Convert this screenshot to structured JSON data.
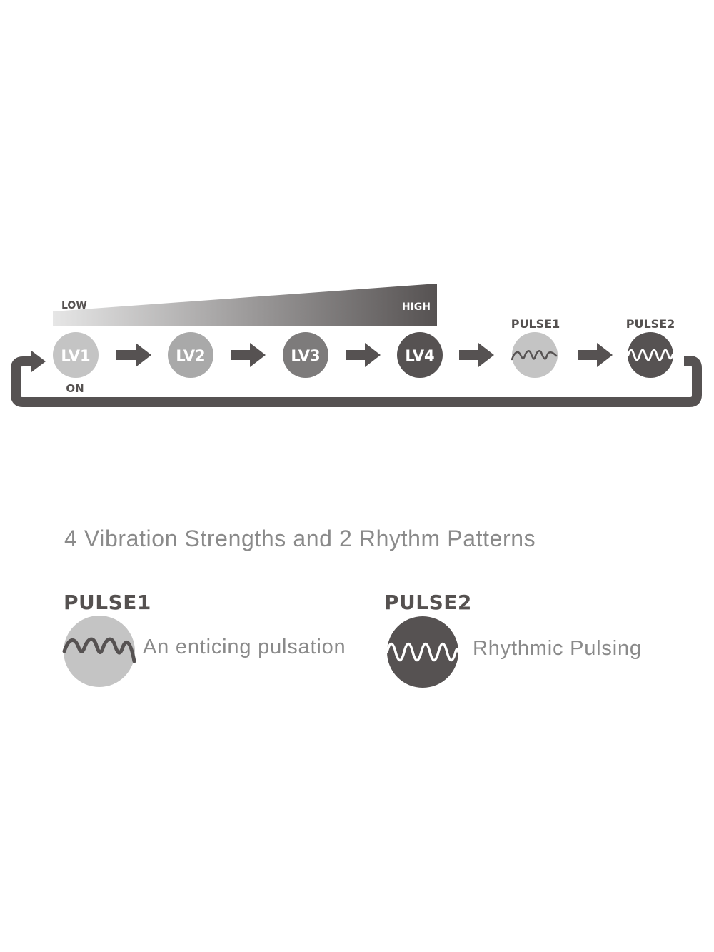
{
  "colors": {
    "dark": "#565252",
    "lv1": "#c4c4c4",
    "lv2": "#a9a9a9",
    "lv3": "#7d7b7b",
    "lv4": "#565252",
    "pulse1": "#c4c4c4",
    "pulse2": "#565252",
    "gradient_start": "#e6e6e6",
    "gradient_end": "#565252",
    "text_gray": "#8a8a8a"
  },
  "ramp": {
    "low_label": "LOW",
    "high_label": "HIGH"
  },
  "cycle": {
    "on_label": "ON",
    "steps": [
      {
        "label": "LV1"
      },
      {
        "label": "LV2"
      },
      {
        "label": "LV3"
      },
      {
        "label": "LV4"
      },
      {
        "label": "PULSE1",
        "icon": "wave-gentle-icon"
      },
      {
        "label": "PULSE2",
        "icon": "wave-strong-icon"
      }
    ]
  },
  "description": {
    "title": "4 Vibration Strengths and 2 Rhythm Patterns"
  },
  "legend": [
    {
      "label": "PULSE1",
      "text": "An enticing pulsation",
      "icon": "wave-gentle-icon"
    },
    {
      "label": "PULSE2",
      "text": "Rhythmic Pulsing",
      "icon": "wave-strong-icon"
    }
  ]
}
